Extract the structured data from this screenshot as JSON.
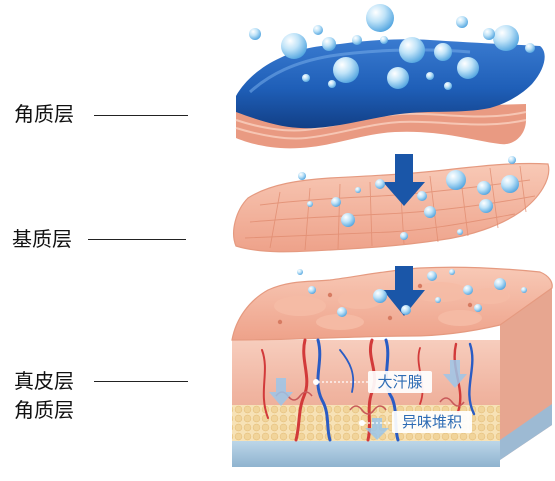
{
  "layer_labels": {
    "top": "角质层",
    "middle": "基质层",
    "bottom_line1": "真皮层",
    "bottom_line2": "角质层"
  },
  "callouts": {
    "sweat_gland": "大汗腺",
    "odor_buildup": "异味堆积"
  },
  "colors": {
    "water_blue": "#1f5fb8",
    "arrow_blue": "#1a56a8",
    "skin_pink": "#f3b39e",
    "bubble": "#7fc6ee"
  }
}
